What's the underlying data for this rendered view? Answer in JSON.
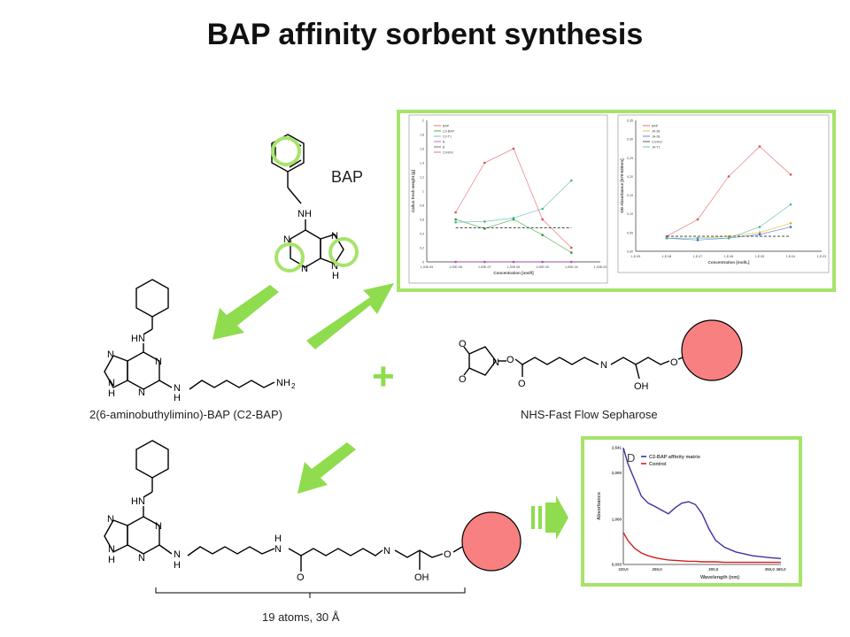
{
  "title": "BAP affinity sorbent synthesis",
  "labels": {
    "bap": "BAP",
    "c2bap": "2(6-aminobuthylimino)-BAP (C2-BAP)",
    "nhs": "NHS-Fast Flow Sepharose",
    "spacer": "19 atoms, 30 Å",
    "plus": "+"
  },
  "atoms": {
    "N": "N",
    "H": "H",
    "HN": "HN",
    "NH": "NH",
    "NH2": "NH",
    "two": "2",
    "O": "O",
    "OH": "OH"
  },
  "colors": {
    "green": "#a6e36b",
    "arrow": "#8fdc4e",
    "bead": "#f88080",
    "series_red": "#e05050",
    "series_green": "#2a9a2a",
    "series_teal": "#4ab0a0",
    "series_blue": "#3070d0",
    "series_purple": "#c040c0",
    "curve_blue": "#4030a0",
    "curve_red": "#d02020"
  },
  "chart_data": [
    {
      "type": "line",
      "ylabel": "Callus fresh weight [g]",
      "xlabel": "Concentration [mol/l]",
      "xticks": [
        "1,00E-09",
        "1,00E-08",
        "1,00E-07",
        "1,00E-06",
        "1,00E-05",
        "1,00E-04",
        "1,00E-03"
      ],
      "yticks": [
        "0",
        "0,2",
        "0,4",
        "0,6",
        "0,8",
        "1",
        "1,2",
        "1,4",
        "1,6",
        "1,8",
        "2"
      ],
      "ylim": [
        0,
        2
      ],
      "x": [
        -8,
        -7,
        -6,
        -5,
        -4
      ],
      "legend": [
        "BAP",
        "C2-BAP",
        "C2-T1",
        "B",
        "B",
        "Control"
      ],
      "series": [
        {
          "name": "BAP",
          "values": [
            0.7,
            1.4,
            1.6,
            0.6,
            0.2
          ]
        },
        {
          "name": "C2-BAP",
          "values": [
            0.6,
            0.47,
            0.6,
            0.38,
            0.13
          ]
        },
        {
          "name": "C2-T1",
          "values": [
            0.56,
            0.57,
            0.62,
            0.75,
            1.15
          ]
        },
        {
          "name": "B",
          "values": [
            0,
            0,
            0,
            0,
            0
          ]
        },
        {
          "name": "Control",
          "values": [
            0.48,
            0.48,
            0.48,
            0.48,
            0.48
          ]
        }
      ]
    },
    {
      "type": "line",
      "ylabel": "OD Absorbance [570-620nm]",
      "xlabel": "Concentration [mol/L]",
      "xticks": [
        "1,E-09",
        "1,E-08",
        "1,E-07",
        "1,E-06",
        "1,E-05",
        "1,E-04",
        "1,E-03"
      ],
      "yticks": [
        "0,00",
        "0,05",
        "0,10",
        "0,15",
        "0,20",
        "0,25",
        "0,30",
        "0,35"
      ],
      "ylim": [
        0,
        0.35
      ],
      "x": [
        -8,
        -7,
        -6,
        -5,
        -4
      ],
      "legend": [
        "BAP",
        "JA-38",
        "JA-38",
        "Control",
        "JA-T1"
      ],
      "series": [
        {
          "name": "BAP",
          "values": [
            0.04,
            0.085,
            0.2,
            0.28,
            0.205
          ]
        },
        {
          "name": "JA-38",
          "values": [
            0.035,
            0.035,
            0.04,
            0.05,
            0.075
          ]
        },
        {
          "name": "JA-38",
          "values": [
            0.035,
            0.03,
            0.035,
            0.045,
            0.065
          ]
        },
        {
          "name": "Control",
          "values": [
            0.04,
            0.04,
            0.04,
            0.04,
            0.04
          ]
        },
        {
          "name": "JA-T1",
          "values": [
            0.035,
            0.035,
            0.035,
            0.065,
            0.125
          ]
        }
      ]
    },
    {
      "type": "line",
      "panel": "D",
      "xlabel": "Wavelength (nm)",
      "ylabel": "Absorbance",
      "xticks": [
        "220,0",
        "250,0",
        "300,0",
        "350,0",
        "360,0"
      ],
      "yticks": [
        "0,033",
        "1,000",
        "2,000",
        "2,541"
      ],
      "ylim": [
        0.033,
        2.541
      ],
      "legend": [
        "C2-BAP affinity matrix",
        "Control"
      ],
      "x": [
        220,
        224,
        230,
        236,
        242,
        248,
        254,
        260,
        266,
        272,
        278,
        284,
        290,
        296,
        302,
        310,
        320,
        335,
        350,
        360
      ],
      "series": [
        {
          "name": "C2-BAP affinity matrix",
          "values": [
            2.54,
            2.2,
            1.85,
            1.5,
            1.35,
            1.28,
            1.2,
            1.12,
            1.25,
            1.35,
            1.38,
            1.32,
            1.12,
            0.8,
            0.55,
            0.4,
            0.3,
            0.22,
            0.18,
            0.16
          ]
        },
        {
          "name": "Control",
          "values": [
            0.72,
            0.55,
            0.38,
            0.28,
            0.22,
            0.18,
            0.15,
            0.13,
            0.12,
            0.11,
            0.1,
            0.1,
            0.09,
            0.09,
            0.09,
            0.08,
            0.08,
            0.08,
            0.08,
            0.08
          ]
        }
      ]
    }
  ]
}
